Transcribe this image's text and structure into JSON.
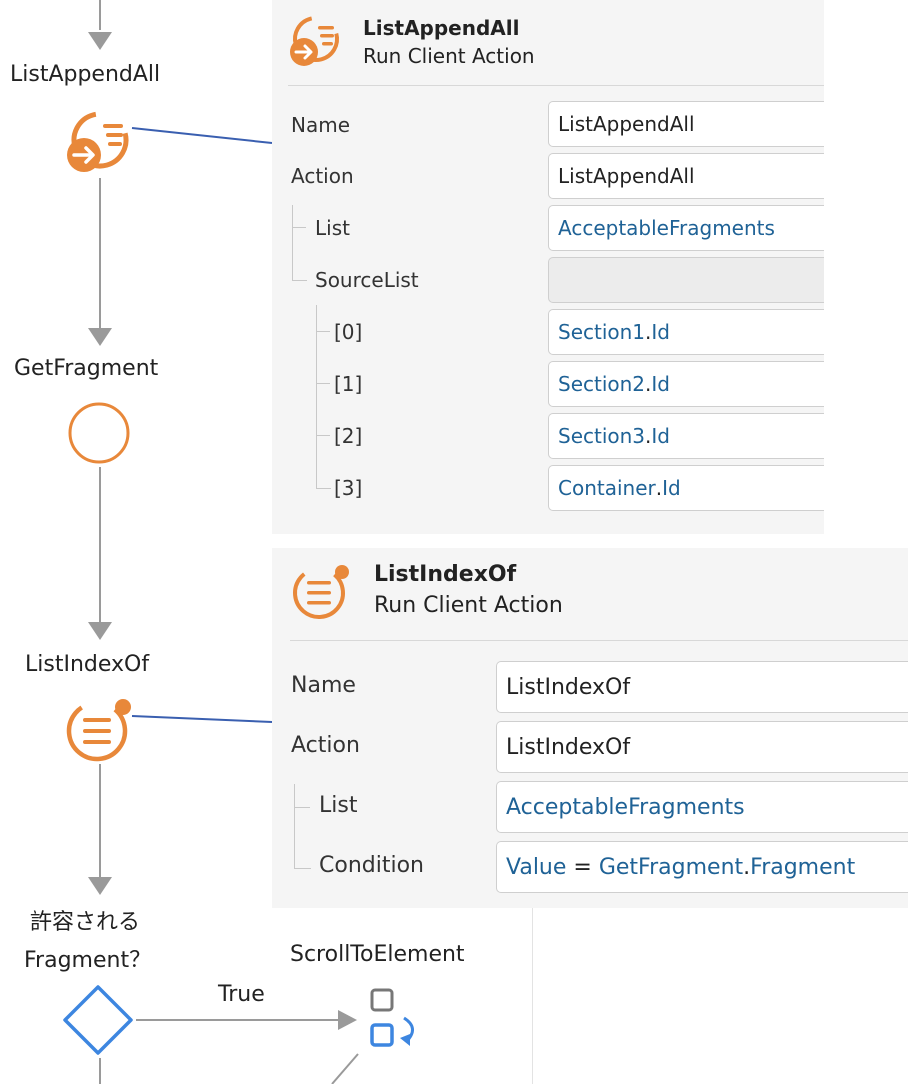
{
  "flow": {
    "node1_label": "ListAppendAll",
    "node2_label": "GetFragment",
    "node3_label": "ListIndexOf",
    "node4_label_line1": "許容される",
    "node4_label_line2": "Fragment？",
    "node5_label": "ScrollToElement",
    "edge_true_label": "True"
  },
  "panel1": {
    "title": "ListAppendAll",
    "subtitle": "Run Client Action",
    "rows": [
      {
        "label": "Name",
        "value": "ListAppendAll"
      },
      {
        "label": "Action",
        "value": "ListAppendAll"
      },
      {
        "label": "List",
        "value": "AcceptableFragments"
      },
      {
        "label": "SourceList",
        "value": ""
      },
      {
        "label": "[0]",
        "value_a": "Section1",
        "value_b": ".",
        "value_c": "Id"
      },
      {
        "label": "[1]",
        "value_a": "Section2",
        "value_b": ".",
        "value_c": "Id"
      },
      {
        "label": "[2]",
        "value_a": "Section3",
        "value_b": ".",
        "value_c": "Id"
      },
      {
        "label": "[3]",
        "value_a": "Container",
        "value_b": ".",
        "value_c": "Id"
      }
    ]
  },
  "panel2": {
    "title": "ListIndexOf",
    "subtitle": "Run Client Action",
    "rows": [
      {
        "label": "Name",
        "value": "ListIndexOf"
      },
      {
        "label": "Action",
        "value": "ListIndexOf"
      },
      {
        "label": "List",
        "value": "AcceptableFragments"
      },
      {
        "label": "Condition",
        "value_a": "Value",
        "value_b": " = ",
        "value_c": "GetFragment",
        "value_d": ".",
        "value_e": "Fragment"
      }
    ]
  },
  "colors": {
    "accent_orange": "#e8883a",
    "connector_blue": "#3a5fb0",
    "reference_text": "#1f6296",
    "decision_blue": "#3d86e0"
  },
  "icons": [
    "run-client-action-icon",
    "list-index-of-icon",
    "start-circle-icon",
    "decision-diamond-icon",
    "scroll-to-element-icon"
  ]
}
